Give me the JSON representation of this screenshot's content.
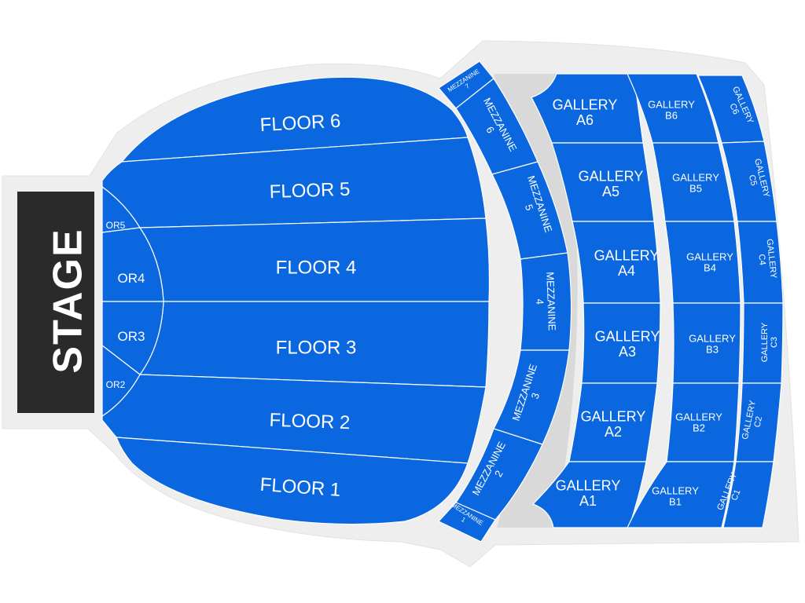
{
  "stage": {
    "label": "STAGE"
  },
  "sections": {
    "floor_6": [
      "FLOOR 6"
    ],
    "floor_5": [
      "FLOOR 5"
    ],
    "floor_4": [
      "FLOOR 4"
    ],
    "floor_3": [
      "FLOOR 3"
    ],
    "floor_2": [
      "FLOOR 2"
    ],
    "floor_1": [
      "FLOOR 1"
    ],
    "or_5": [
      "OR5"
    ],
    "or_4": [
      "OR4"
    ],
    "or_3": [
      "OR3"
    ],
    "or_2": [
      "OR2"
    ],
    "mezzanine_7": [
      "MEZZANINE",
      "7"
    ],
    "mezzanine_6": [
      "MEZZANINE",
      "6"
    ],
    "mezzanine_5": [
      "MEZZANINE",
      "5"
    ],
    "mezzanine_4": [
      "MEZZANINE",
      "4"
    ],
    "mezzanine_3": [
      "MEZZANINE",
      "3"
    ],
    "mezzanine_2": [
      "MEZZANINE",
      "2"
    ],
    "mezzanine_1": [
      "MEZZANINE",
      "1"
    ],
    "gallery_a6": [
      "GALLERY",
      "A6"
    ],
    "gallery_a5": [
      "GALLERY",
      "A5"
    ],
    "gallery_a4": [
      "GALLERY",
      "A4"
    ],
    "gallery_a3": [
      "GALLERY",
      "A3"
    ],
    "gallery_a2": [
      "GALLERY",
      "A2"
    ],
    "gallery_a1": [
      "GALLERY",
      "A1"
    ],
    "gallery_b6": [
      "GALLERY",
      "B6"
    ],
    "gallery_b5": [
      "GALLERY",
      "B5"
    ],
    "gallery_b4": [
      "GALLERY",
      "B4"
    ],
    "gallery_b3": [
      "GALLERY",
      "B3"
    ],
    "gallery_b2": [
      "GALLERY",
      "B2"
    ],
    "gallery_b1": [
      "GALLERY",
      "B1"
    ],
    "gallery_c6": [
      "GALLERY",
      "C6"
    ],
    "gallery_c5": [
      "GALLERY",
      "C5"
    ],
    "gallery_c4": [
      "GALLERY",
      "C4"
    ],
    "gallery_c3": [
      "GALLERY",
      "C3"
    ],
    "gallery_c2": [
      "GALLERY",
      "C2"
    ],
    "gallery_c1": [
      "GALLERY",
      "C1"
    ]
  },
  "colors": {
    "section": "#0a67e0",
    "stage": "#2a2a2a",
    "outline": "#eeeeee",
    "aisle": "#d9d9d9"
  }
}
